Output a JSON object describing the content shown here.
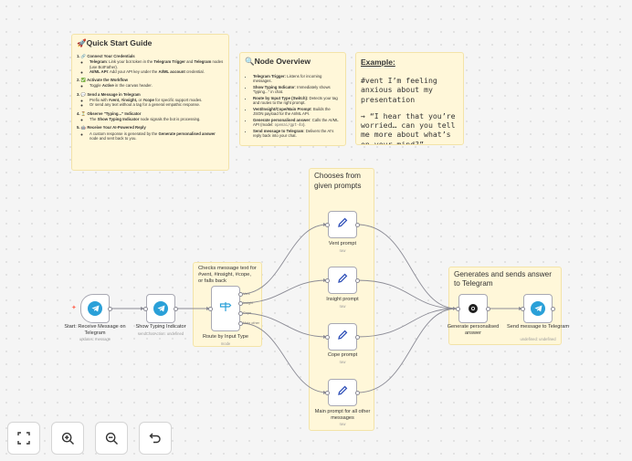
{
  "quick_start": {
    "title": "🚀Quick Start Guide",
    "steps": [
      {
        "title": "1. 🔗 Connect Your Credentials",
        "items": [
          [
            "Telegram",
            ": Link your bot token in the ",
            "Telegram Trigger",
            " and ",
            "Telegram",
            " nodes (use BotFather)."
          ],
          [
            "AI/ML API",
            ": Add your API key under the ",
            "AI/ML account",
            " credential.",
            "",
            ""
          ]
        ]
      },
      {
        "title": "2. ✅ Activate the Workflow",
        "items": [
          [
            "",
            "Toggle ",
            "Active",
            " in the canvas header.",
            "",
            ""
          ]
        ]
      },
      {
        "title": "3. 💬 Send a Message in Telegram",
        "items": [
          [
            "",
            "Prefix with ",
            "#vent, #insight,",
            " or ",
            "#cope",
            " for specific support modes."
          ],
          [
            "",
            "Or send any text without a tag for a general empathic response.",
            "",
            "",
            "",
            ""
          ]
        ]
      },
      {
        "title": "4. ⏳ Observe \"Typing...\" Indicator",
        "items": [
          [
            "",
            "The ",
            "Show Typing Indicator",
            " node signals the bot is processing.",
            "",
            ""
          ]
        ]
      },
      {
        "title": "5. 🤖 Receive Your AI-Powered Reply",
        "items": [
          [
            "",
            "A custom response is generated by the ",
            "Generate personalised answer",
            " node and sent back to you.",
            "",
            ""
          ]
        ]
      }
    ]
  },
  "node_overview": {
    "title": "🔍Node Overview",
    "items": [
      {
        "b": "Telegram Trigger:",
        "t": " Listens for incoming messages."
      },
      {
        "b": "Show Typing Indicator",
        "t": ": Immediately shows \"typing...\" in chat."
      },
      {
        "b": "Route by Input Type (Switch):",
        "t": " Detects your tag and routes to the right prompt."
      },
      {
        "b": "Vent/Insight/Cope/Main Prompt",
        "t": ": Builds the JSON payload for the AI/ML API."
      },
      {
        "b": "Generate personalised answer",
        "t": ": Calls the AI/ML API (model: ",
        "code": "openai/gpt-4o",
        "t2": ")."
      },
      {
        "b": "Send message to Telegram",
        "t": ": Delivers the AI's reply back into your chat."
      }
    ]
  },
  "example": {
    "heading": "Example:",
    "p1": "#vent I’m feeling anxious about my presentation",
    "p2": "→ “I hear that you’re worried… can you tell me more about what’s on your mind?”"
  },
  "groups": {
    "prompts": "Chooses from given prompts",
    "router": "Checks message text for #vent, #insight, #cope, or falls back",
    "generate": "Generates and sends answer to Telegram"
  },
  "nodes": {
    "trigger": {
      "label": "Start: Receive Message on Telegram",
      "sub": "updates: message"
    },
    "typing": {
      "label": "Show Typing Indicator",
      "sub": "sendChatAction: undefined"
    },
    "router": {
      "label": "Route by Input Type",
      "sub": "mode",
      "outputs": [
        "Vent",
        "Insight",
        "Cope",
        "Main other"
      ]
    },
    "vent": {
      "label": "Vent prompt",
      "sub": "raw"
    },
    "insight": {
      "label": "Insight prompt",
      "sub": "raw"
    },
    "cope": {
      "label": "Cope prompt",
      "sub": "raw"
    },
    "main": {
      "label": "Main prompt for all other messages",
      "sub": "raw"
    },
    "generate": {
      "label": "Generate personalised answer",
      "sub": ""
    },
    "send": {
      "label": "Send message to Telegram",
      "sub": "undefined: undefined"
    }
  },
  "controls": [
    "fit-view",
    "zoom-in",
    "zoom-out",
    "undo"
  ],
  "colors": {
    "sticky": "#fff7d9",
    "telegram": "#2aa0d8",
    "prompt_icon": "#2e4fb8",
    "wire": "#8b8b95",
    "trigger_bolt": "#ff6d5a"
  }
}
